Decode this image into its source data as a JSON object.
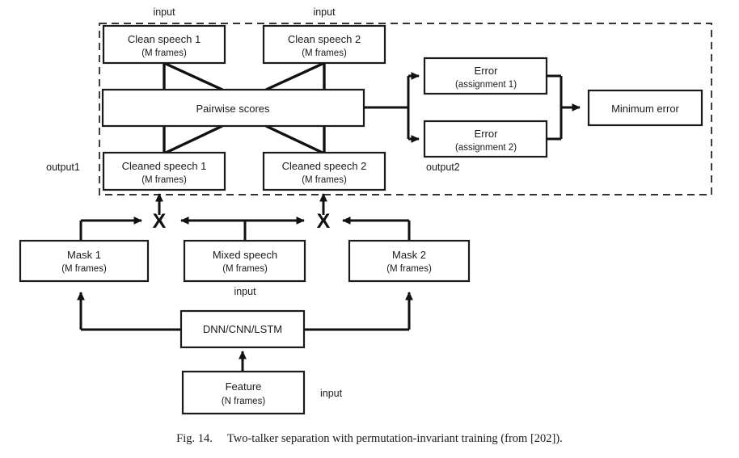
{
  "figure": {
    "caption_number": "Fig. 14.",
    "caption_text": "Two-talker separation with permutation-invariant training (from [202])."
  },
  "labels": {
    "input_top_left": "input",
    "input_top_right": "input",
    "output1": "output1",
    "output2": "output2",
    "input_mixed": "input",
    "input_feature": "input",
    "multiply_left": "X",
    "multiply_right": "X"
  },
  "nodes": {
    "clean_speech_1": {
      "title": "Clean speech 1",
      "sub": "(M frames)"
    },
    "clean_speech_2": {
      "title": "Clean speech 2",
      "sub": "(M frames)"
    },
    "pairwise_scores": {
      "title": "Pairwise scores"
    },
    "cleaned_speech_1": {
      "title": "Cleaned speech 1",
      "sub": "(M frames)"
    },
    "cleaned_speech_2": {
      "title": "Cleaned speech 2",
      "sub": "(M frames)"
    },
    "error_assignment_1": {
      "title": "Error",
      "sub": "(assignment 1)"
    },
    "error_assignment_2": {
      "title": "Error",
      "sub": "(assignment 2)"
    },
    "minimum_error": {
      "title": "Minimum error"
    },
    "mask_1": {
      "title": "Mask 1",
      "sub": "(M frames)"
    },
    "mixed_speech": {
      "title": "Mixed speech",
      "sub": "(M frames)"
    },
    "mask_2": {
      "title": "Mask 2",
      "sub": "(M frames)"
    },
    "dnn": {
      "title": "DNN/CNN/LSTM"
    },
    "feature": {
      "title": "Feature",
      "sub": "(N frames)"
    }
  },
  "colors": {
    "line": "#111111",
    "box_stroke": "#1a1a1a",
    "dashed_stroke": "#333333",
    "background": "#ffffff",
    "text": "#1a1a1a"
  }
}
